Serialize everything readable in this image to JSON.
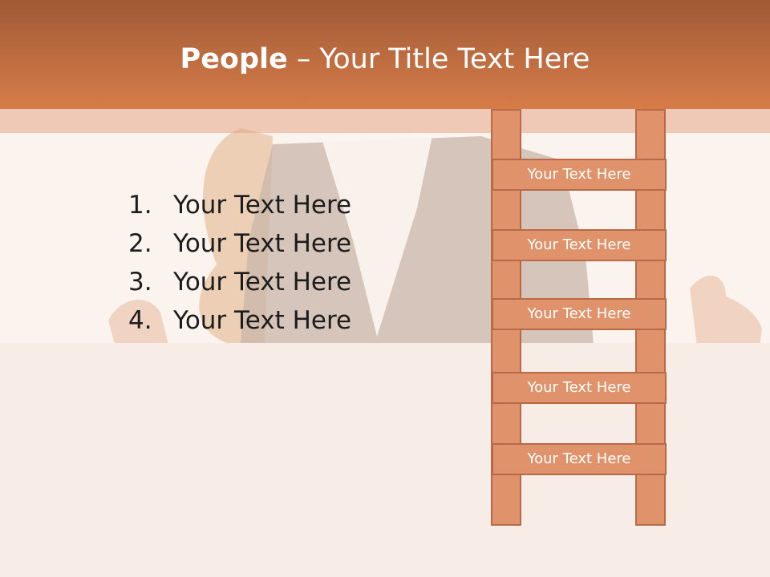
{
  "title": {
    "bold": "People",
    "rest": " – Your Title Text Here"
  },
  "list": [
    {
      "num": "1.",
      "text": "Your Text Here"
    },
    {
      "num": "2.",
      "text": "Your Text Here"
    },
    {
      "num": "3.",
      "text": "Your Text Here"
    },
    {
      "num": "4.",
      "text": "Your Text Here"
    }
  ],
  "ladder": {
    "rungs": [
      "Your Text Here",
      "Your Text Here",
      "Your Text Here",
      "Your Text Here",
      "Your Text Here"
    ]
  },
  "colors": {
    "header_top": "#a05a36",
    "header_bottom": "#d77c49",
    "ladder_fill": "#e0936b",
    "ladder_border": "#b76a45",
    "background": "#fbf3ee"
  }
}
